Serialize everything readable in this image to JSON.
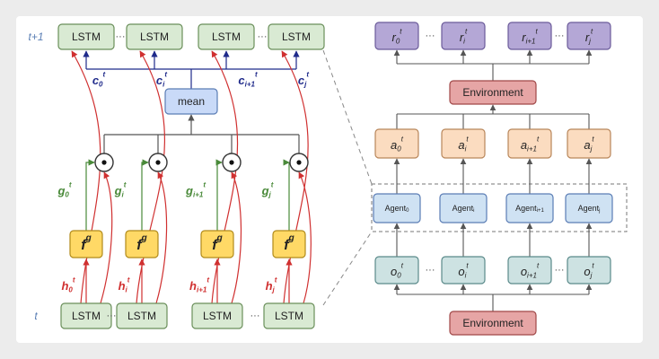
{
  "left": {
    "row_labels": {
      "top": "t+1",
      "bottom": "t"
    },
    "lstm_label": "LSTM",
    "ellipsis": "···",
    "mean_label": "mean",
    "fg_label": {
      "base": "f",
      "sup": "g"
    },
    "columns": [
      {
        "h": {
          "base": "h",
          "sub": "0",
          "sup": "t"
        },
        "g": {
          "base": "g",
          "sub": "0",
          "sup": "t"
        },
        "c": {
          "base": "c",
          "sub": "0",
          "sup": "t"
        }
      },
      {
        "h": {
          "base": "h",
          "sub": "i",
          "sup": "t"
        },
        "g": {
          "base": "g",
          "sub": "i",
          "sup": "t"
        },
        "c": {
          "base": "c",
          "sub": "i",
          "sup": "t"
        }
      },
      {
        "h": {
          "base": "h",
          "sub": "i+1",
          "sup": "t"
        },
        "g": {
          "base": "g",
          "sub": "i+1",
          "sup": "t"
        },
        "c": {
          "base": "c",
          "sub": "i+1",
          "sup": "t"
        }
      },
      {
        "h": {
          "base": "h",
          "sub": "j",
          "sup": "t"
        },
        "g": {
          "base": "g",
          "sub": "j",
          "sup": "t"
        },
        "c": {
          "base": "c",
          "sub": "j",
          "sup": "t"
        }
      }
    ]
  },
  "right": {
    "environment_label": "Environment",
    "ellipsis": "···",
    "rewards": [
      {
        "base": "r",
        "sub": "0",
        "sup": "t"
      },
      {
        "base": "r",
        "sub": "i",
        "sup": "t"
      },
      {
        "base": "r",
        "sub": "i+1",
        "sup": "t"
      },
      {
        "base": "r",
        "sub": "j",
        "sup": "t"
      }
    ],
    "actions": [
      {
        "base": "a",
        "sub": "0",
        "sup": "t"
      },
      {
        "base": "a",
        "sub": "i",
        "sup": "t"
      },
      {
        "base": "a",
        "sub": "i+1",
        "sup": "t"
      },
      {
        "base": "a",
        "sub": "j",
        "sup": "t"
      }
    ],
    "agents": [
      {
        "base": "Agent",
        "sub": "0"
      },
      {
        "base": "Agent",
        "sub": "i"
      },
      {
        "base": "Agent",
        "sub": "i+1"
      },
      {
        "base": "Agent",
        "sub": "j"
      }
    ],
    "observations": [
      {
        "base": "o",
        "sub": "0",
        "sup": "t"
      },
      {
        "base": "o",
        "sub": "i",
        "sup": "t"
      },
      {
        "base": "o",
        "sub": "i+1",
        "sup": "t"
      },
      {
        "base": "o",
        "sub": "j",
        "sup": "t"
      }
    ]
  },
  "colors": {
    "lstm_fill": "#d9ead3",
    "lstm_stroke": "#6a8f5a",
    "fg_fill": "#ffd966",
    "fg_stroke": "#b08a1a",
    "mean_fill": "#c9daf8",
    "mean_stroke": "#5b7db5",
    "reward_fill": "#b4a7d6",
    "reward_stroke": "#6b5b9a",
    "env_fill": "#e6a5a5",
    "env_stroke": "#a04848",
    "action_fill": "#fbdcc0",
    "action_stroke": "#b8865a",
    "agent_fill": "#cfe2f3",
    "agent_stroke": "#5b7db5",
    "obs_fill": "#cde2e2",
    "obs_stroke": "#5a8a8a",
    "red": "#d03030",
    "green": "#4a8a3a",
    "blue": "#1f2a8a",
    "line": "#555555",
    "row_label": "#5b7fb5"
  }
}
